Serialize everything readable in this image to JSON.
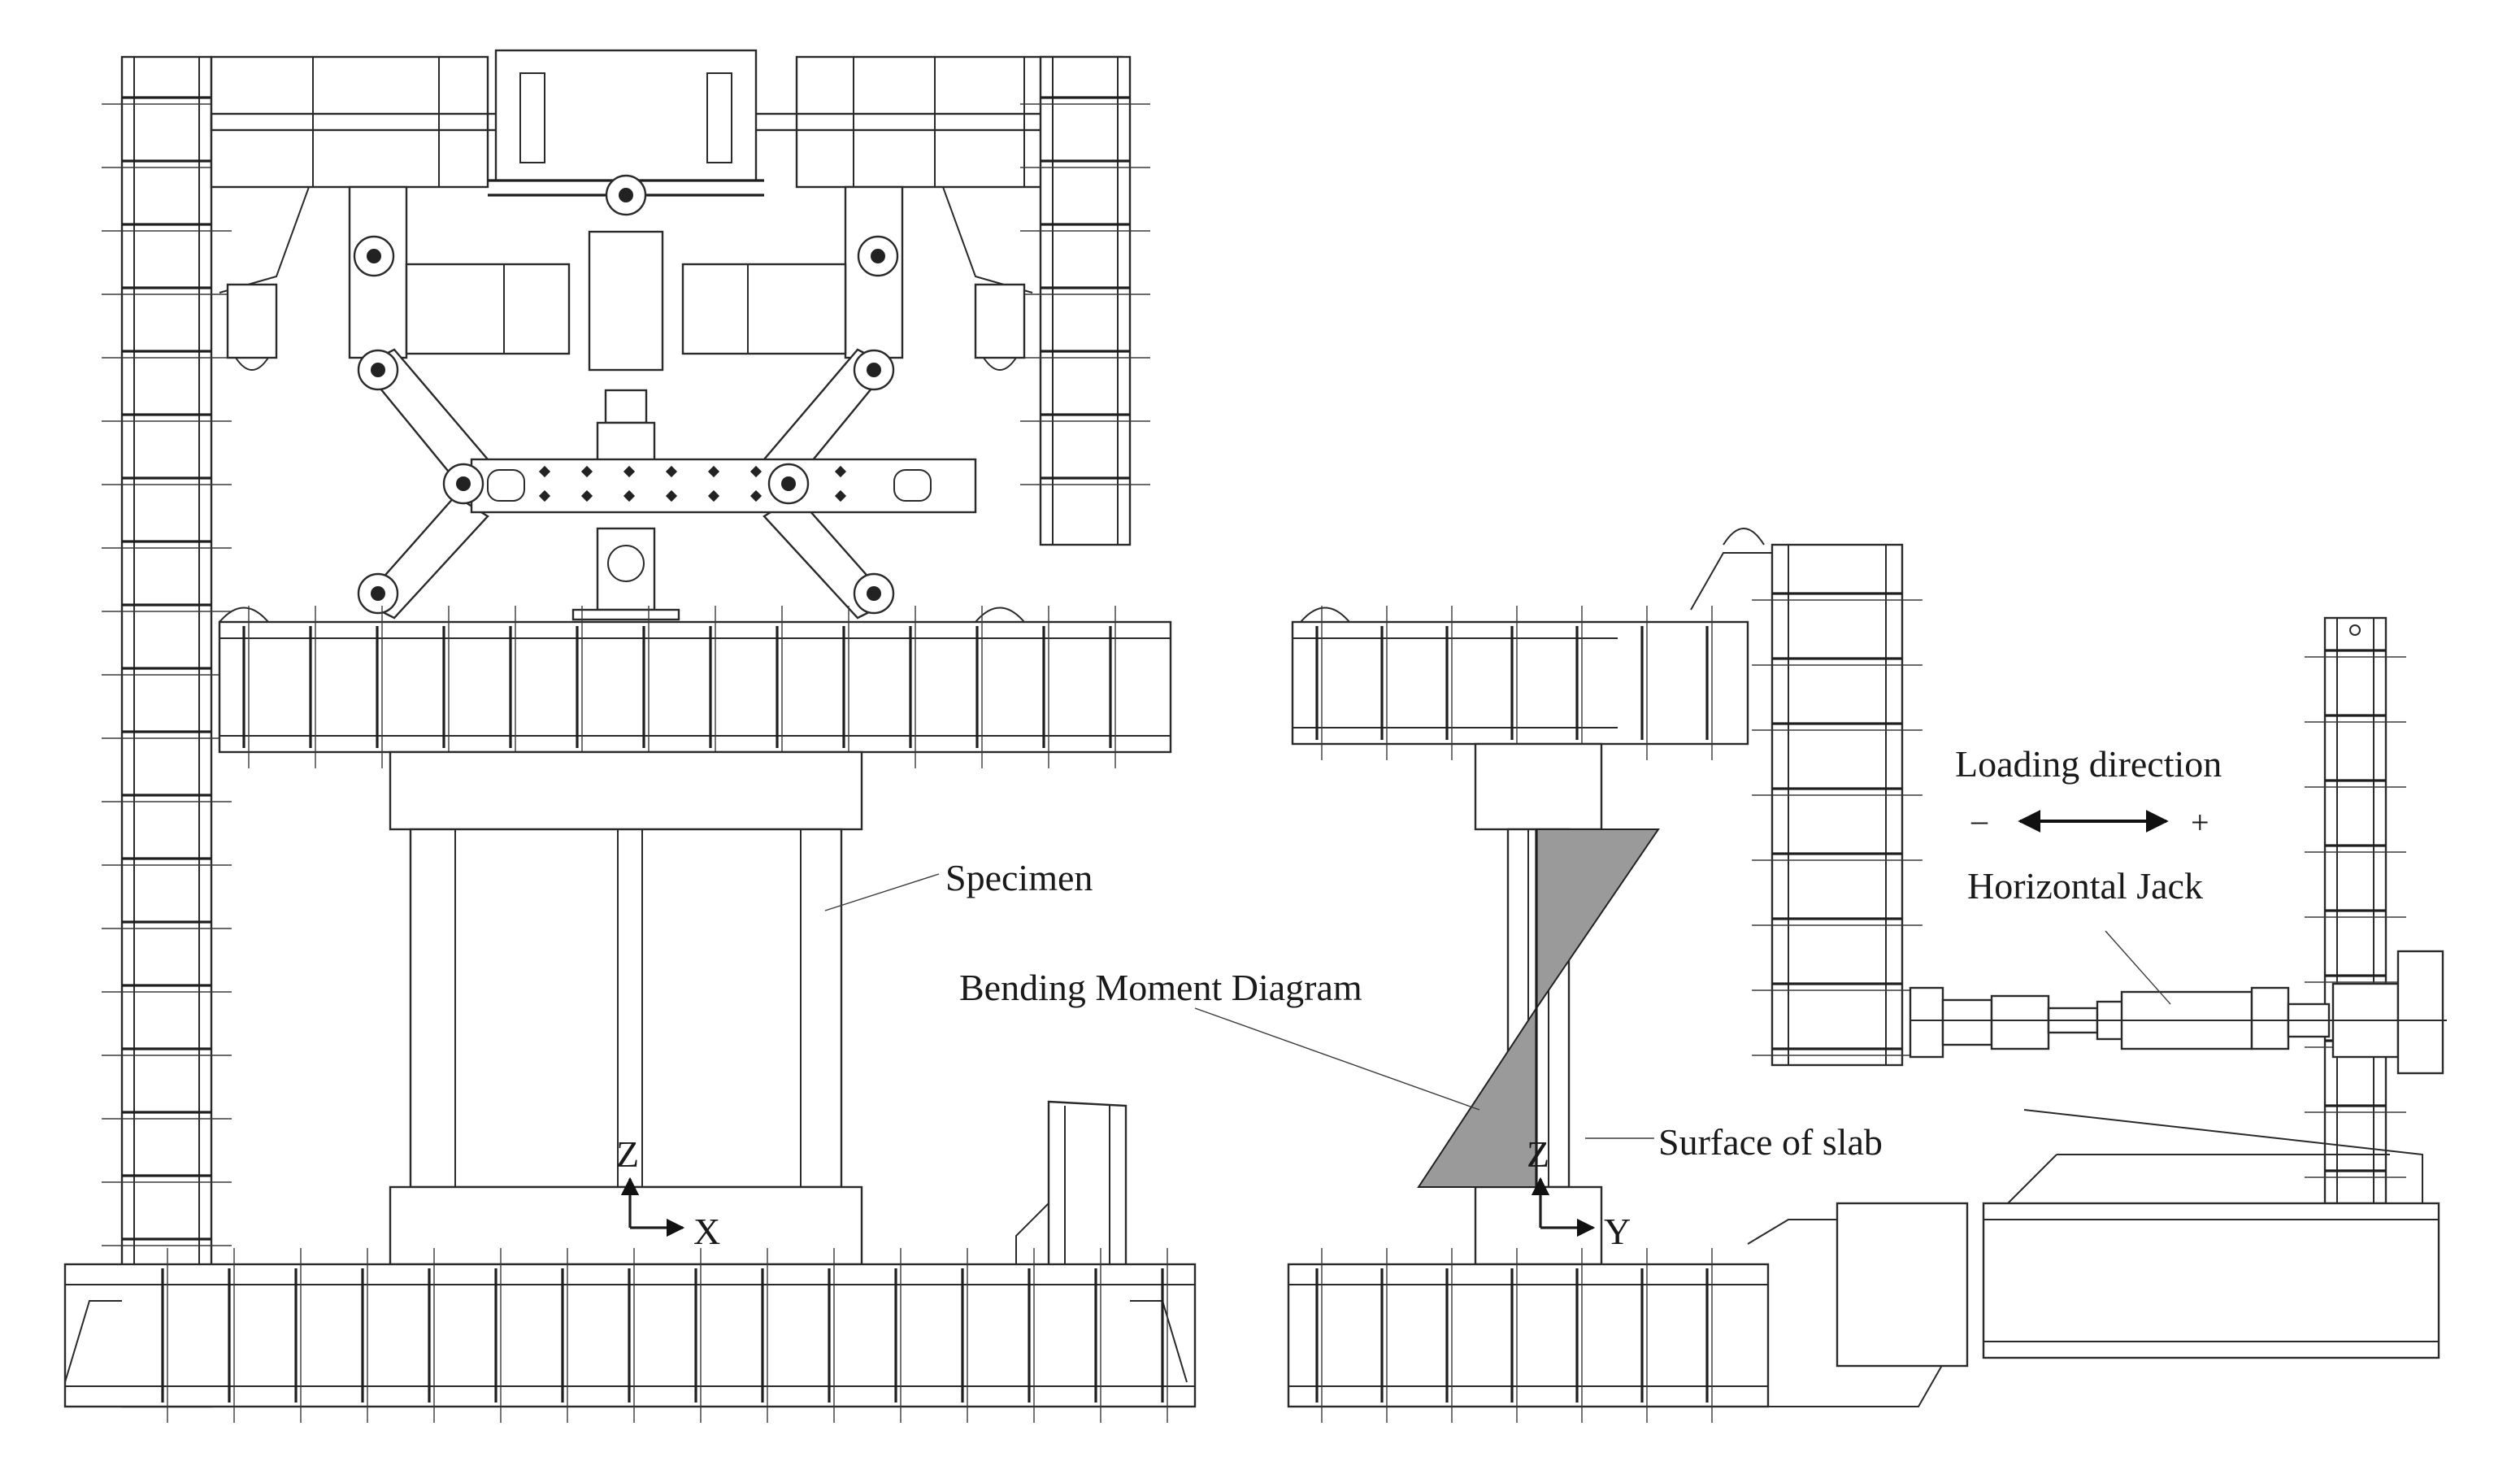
{
  "labels": {
    "specimen": "Specimen",
    "bending_moment": "Bending Moment Diagram",
    "surface_of_slab": "Surface of slab",
    "loading_direction": "Loading direction",
    "horizontal_jack": "Horizontal Jack",
    "minus": "–",
    "plus": "+"
  },
  "axes": {
    "left_vertical": "Z",
    "left_horizontal": "X",
    "right_vertical": "Z",
    "right_horizontal": "Y"
  },
  "colors": {
    "line": "#2a2a2a",
    "moment_fill": "#9a9a9a"
  }
}
